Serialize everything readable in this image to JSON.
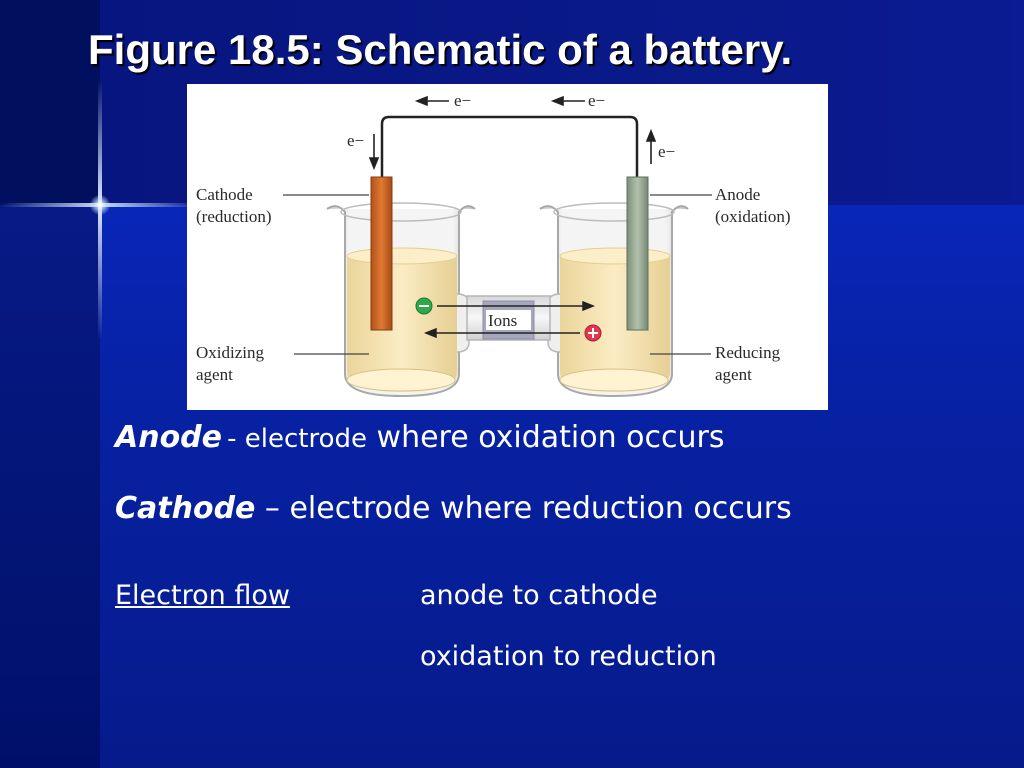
{
  "slide": {
    "title": "Figure 18.5:  Schematic of a battery."
  },
  "diagram": {
    "electron_left": "e−",
    "electron_right": "e−",
    "electron_cathode": "e−",
    "electron_anode": "e−",
    "cathode_label": "Cathode",
    "cathode_sub": "(reduction)",
    "anode_label": "Anode",
    "anode_sub": "(oxidation)",
    "ions_label": "Ions",
    "oxidizing_line1": "Oxidizing",
    "oxidizing_line2": "agent",
    "reducing_line1": "Reducing",
    "reducing_line2": "agent",
    "colors": {
      "cathode_rod": "#c8621c",
      "anode_rod": "#8fa08a",
      "solution": "#f6e3b0",
      "negative_ion": "#2fa84a",
      "positive_ion": "#e0384f"
    }
  },
  "definitions": {
    "anode_term": "Anode",
    "anode_dash": "- ",
    "anode_word": "electrode",
    "anode_rest": " where oxidation occurs",
    "cathode_term": "Cathode",
    "cathode_rest": " – electrode where reduction occurs"
  },
  "electron_flow": {
    "label": "Electron flow",
    "line1": "anode to cathode",
    "line2": "oxidation to reduction"
  }
}
